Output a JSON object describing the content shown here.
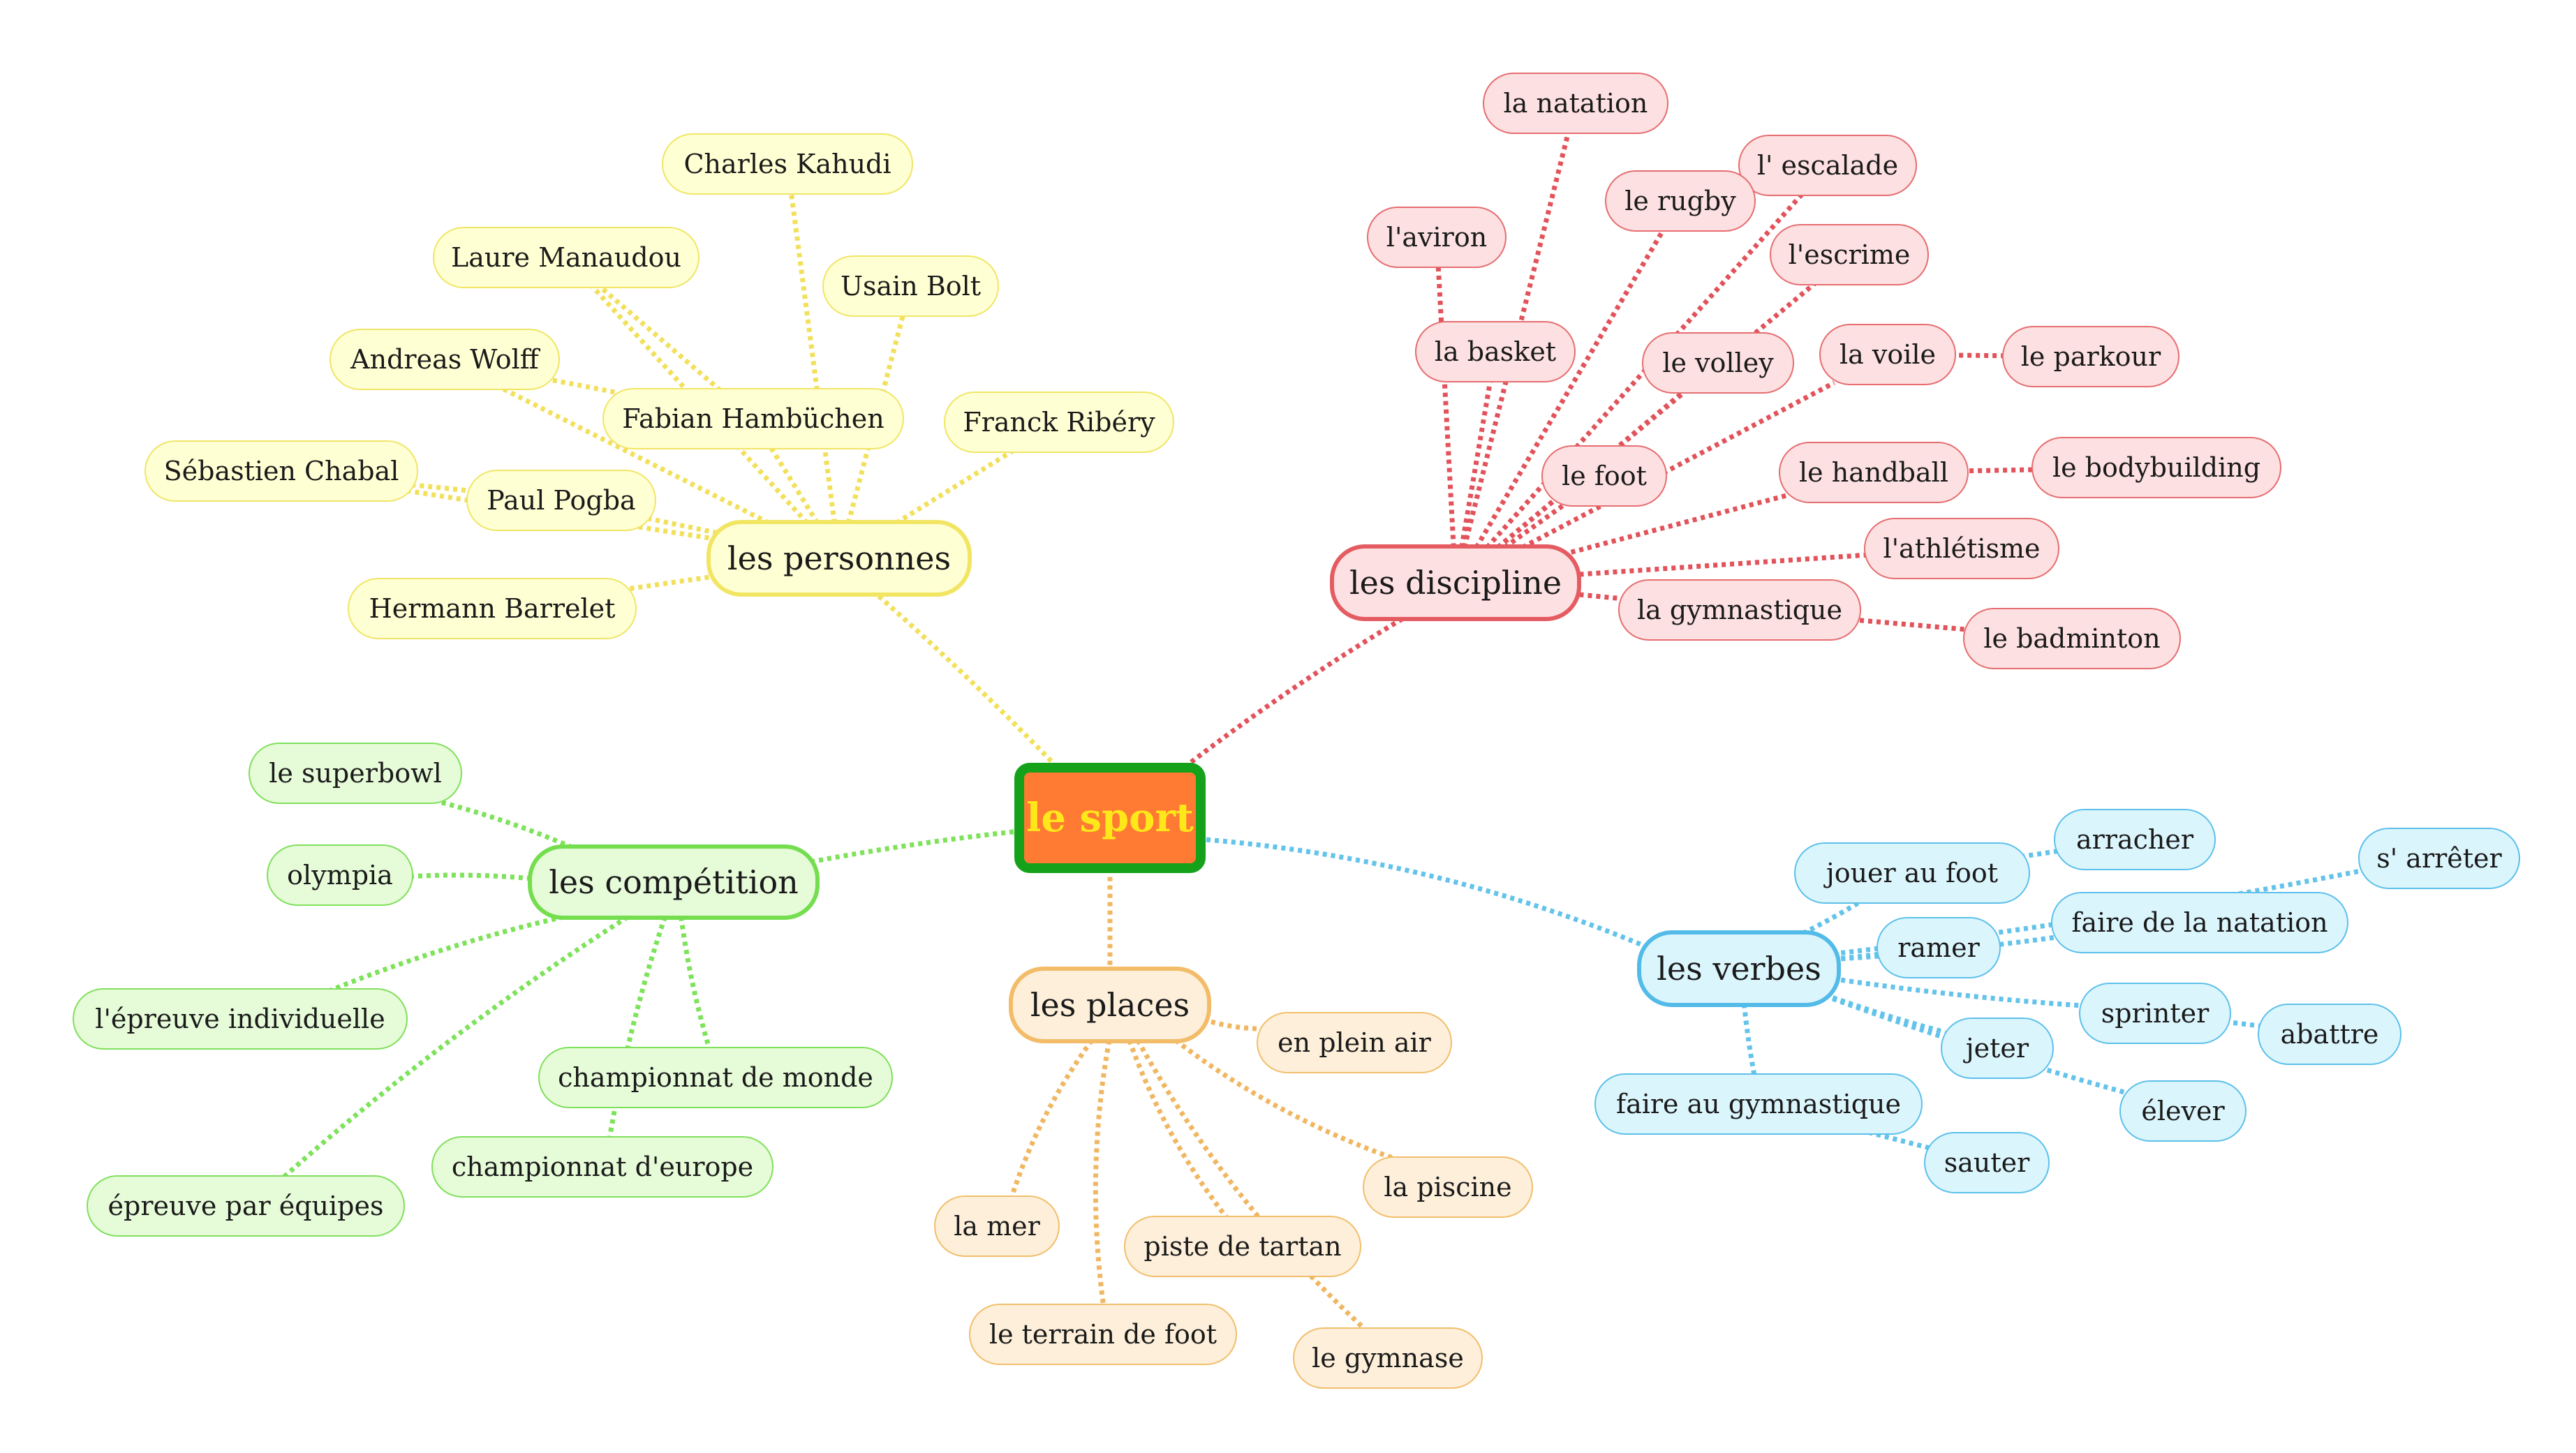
{
  "colors": {
    "root_fill": "#ff7a33",
    "root_border": "#16a11a",
    "root_text": "#ffe81a",
    "yellow_link": "#f2e05a",
    "red_link": "#e2525a",
    "blue_link": "#63c3ea",
    "orange_link": "#f0b762",
    "green_link": "#7ee25a"
  },
  "root": {
    "label": "le sport"
  },
  "branches": {
    "personnes": {
      "label": "les personnes"
    },
    "discipline": {
      "label": "les discipline"
    },
    "competition": {
      "label": "les compétition"
    },
    "places": {
      "label": "les places"
    },
    "verbes": {
      "label": "les verbes"
    }
  },
  "personnes": {
    "fabian": "Fabian Hambüchen",
    "charles": "Charles Kahudi",
    "laure": "Laure Manaudou",
    "usain": "Usain Bolt",
    "andreas": "Andreas Wolff",
    "franck": "Franck Ribéry",
    "sebastien": "Sébastien Chabal",
    "paul": "Paul Pogba",
    "hermann": "Hermann Barrelet"
  },
  "discipline": {
    "natation": "la natation",
    "escalade": "l' escalade",
    "rugby": "le rugby",
    "aviron": "l'aviron",
    "escrime": "l'escrime",
    "basket": "la basket",
    "volley": "le volley",
    "voile": "la voile",
    "parkour": "le parkour",
    "foot": "le foot",
    "handball": "le handball",
    "bodybuilding": "le bodybuilding",
    "athletisme": "l'athlétisme",
    "gymnastique": "la gymnastique",
    "badminton": "le badminton"
  },
  "competition": {
    "superbowl": "le superbowl",
    "olympia": "olympia",
    "individuelle": "l'épreuve individuelle",
    "monde": "championnat de monde",
    "europe": "championnat d'europe",
    "equipes": "épreuve par équipes"
  },
  "places": {
    "pleinair": "en plein air",
    "piscine": "la piscine",
    "mer": "la mer",
    "tartan": "piste de tartan",
    "terrain": "le terrain de foot",
    "gymnase": "le gymnase"
  },
  "verbes": {
    "jouerfoot": "jouer au foot",
    "arracher": "arracher",
    "arreter": "s' arrêter",
    "ramer": "ramer",
    "natation": "faire de la natation",
    "sprinter": "sprinter",
    "abattre": "abattre",
    "jeter": "jeter",
    "elever": "élever",
    "gymnastique": "faire au gymnastique",
    "sauter": "sauter"
  }
}
